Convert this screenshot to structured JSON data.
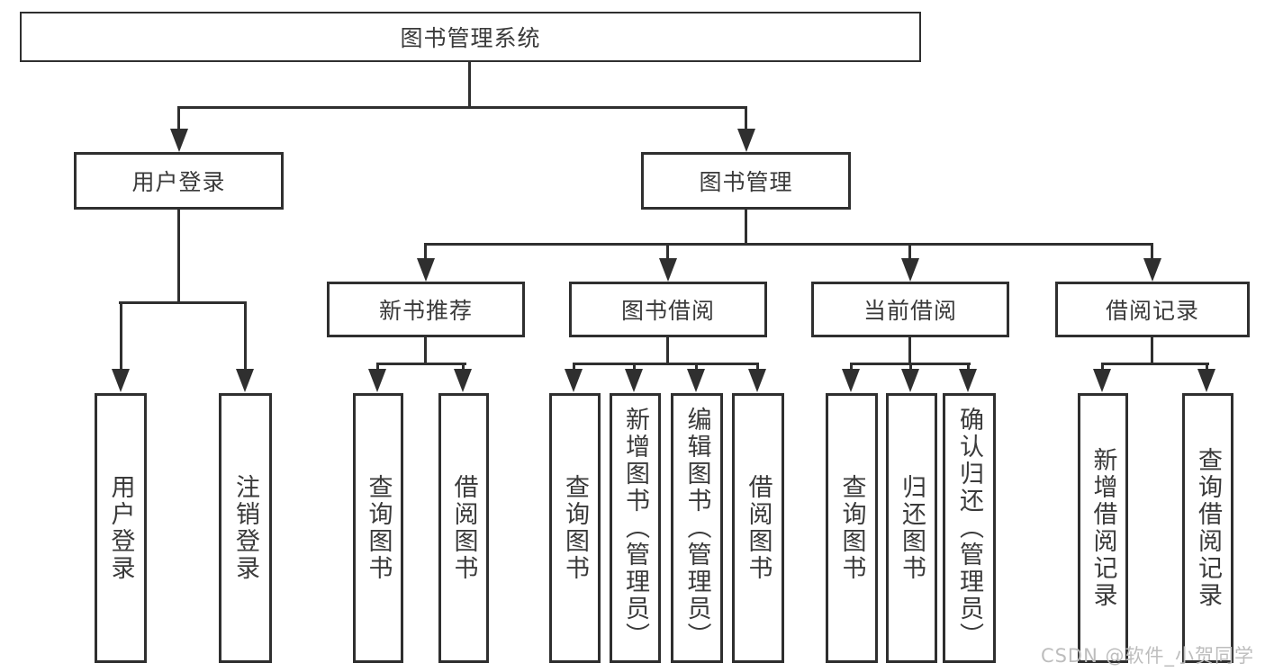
{
  "root": {
    "label": "图书管理系统",
    "children": [
      {
        "label": "用户登录",
        "children": [
          {
            "label": "用户登录"
          },
          {
            "label": "注销登录"
          }
        ]
      },
      {
        "label": "图书管理",
        "children": [
          {
            "label": "新书推荐",
            "children": [
              {
                "label": "查询图书"
              },
              {
                "label": "借阅图书"
              }
            ]
          },
          {
            "label": "图书借阅",
            "children": [
              {
                "label": "查询图书"
              },
              {
                "label": "新增图书（管理员）"
              },
              {
                "label": "编辑图书（管理员）"
              },
              {
                "label": "借阅图书"
              }
            ]
          },
          {
            "label": "当前借阅",
            "children": [
              {
                "label": "查询图书"
              },
              {
                "label": "归还图书"
              },
              {
                "label": "确认归还（管理员）"
              }
            ]
          },
          {
            "label": "借阅记录",
            "children": [
              {
                "label": "新增借阅记录"
              },
              {
                "label": "查询借阅记录"
              }
            ]
          }
        ]
      }
    ]
  },
  "watermark": {
    "text": "CSDN @软件_小贺同学"
  },
  "colors": {
    "line": "#2f2f2f",
    "text": "#3a3a3a",
    "box_fill": "#ffffff",
    "background": "#ffffff",
    "watermark": "#bdbdbd"
  }
}
